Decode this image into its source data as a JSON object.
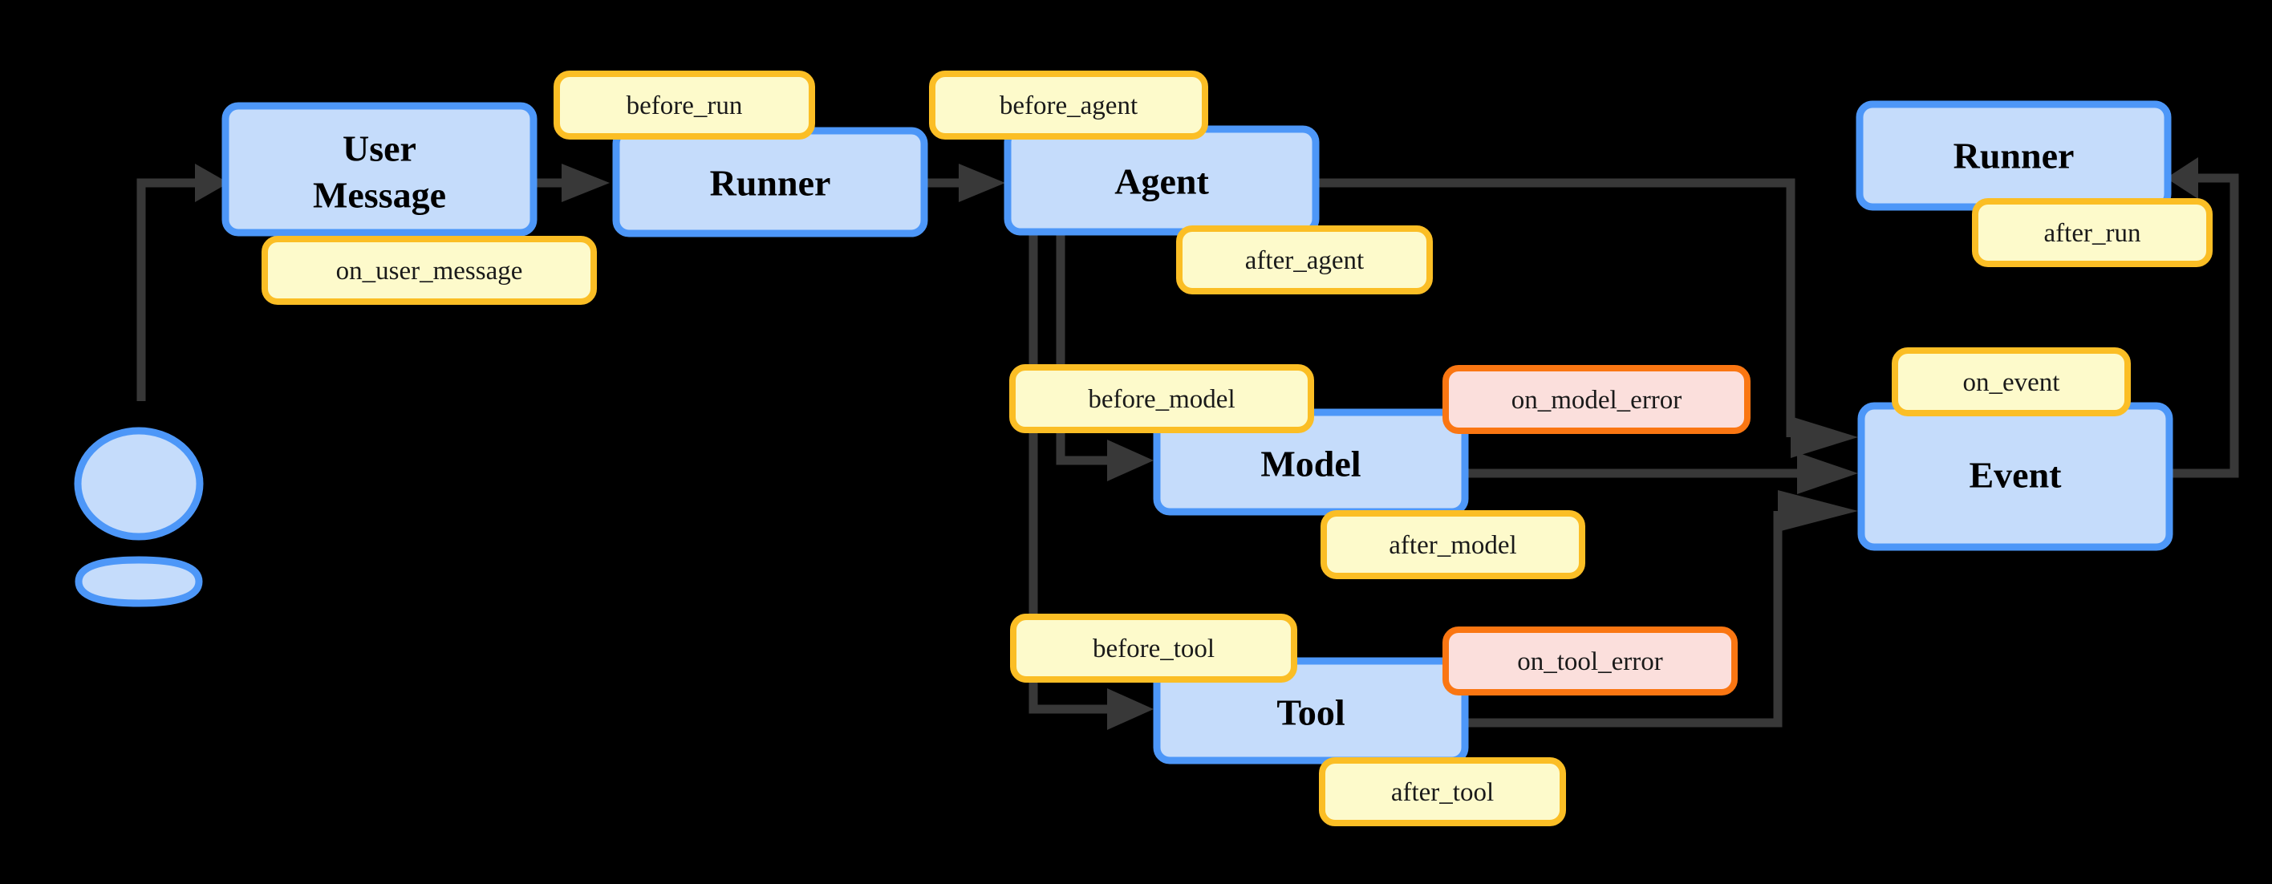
{
  "diagram": {
    "title": "Agent lifecycle callbacks flow",
    "background": "#000000",
    "palette": {
      "node_fill": "#c5dcfb",
      "node_stroke": "#4d97f8",
      "hook_fill": "#fdfacb",
      "hook_stroke": "#fbbe25",
      "error_fill": "#fbdfdc",
      "error_stroke": "#fa7612",
      "edge_color": "#383838",
      "text_color": "#000000"
    },
    "nodes": [
      {
        "id": "user",
        "label": "",
        "kind": "actor-icon"
      },
      {
        "id": "user-message",
        "label_line1": "User",
        "label_line2": "Message",
        "kind": "process"
      },
      {
        "id": "runner-left",
        "label": "Runner",
        "kind": "process"
      },
      {
        "id": "agent",
        "label": "Agent",
        "kind": "process"
      },
      {
        "id": "model",
        "label": "Model",
        "kind": "process"
      },
      {
        "id": "tool",
        "label": "Tool",
        "kind": "process"
      },
      {
        "id": "runner-right",
        "label": "Runner",
        "kind": "process"
      },
      {
        "id": "event",
        "label": "Event",
        "kind": "process"
      }
    ],
    "hooks": [
      {
        "id": "before-run",
        "label": "before_run",
        "kind": "hook"
      },
      {
        "id": "on-user-message",
        "label": "on_user_message",
        "kind": "hook"
      },
      {
        "id": "before-agent",
        "label": "before_agent",
        "kind": "hook"
      },
      {
        "id": "after-agent",
        "label": "after_agent",
        "kind": "hook"
      },
      {
        "id": "before-model",
        "label": "before_model",
        "kind": "hook"
      },
      {
        "id": "after-model",
        "label": "after_model",
        "kind": "hook"
      },
      {
        "id": "on-model-error",
        "label": "on_model_error",
        "kind": "error"
      },
      {
        "id": "before-tool",
        "label": "before_tool",
        "kind": "hook"
      },
      {
        "id": "after-tool",
        "label": "after_tool",
        "kind": "hook"
      },
      {
        "id": "on-tool-error",
        "label": "on_tool_error",
        "kind": "error"
      },
      {
        "id": "on-event",
        "label": "on_event",
        "kind": "hook"
      },
      {
        "id": "after-run",
        "label": "after_run",
        "kind": "hook"
      }
    ],
    "edges": [
      {
        "from": "user",
        "to": "user-message"
      },
      {
        "from": "user-message",
        "to": "runner-left"
      },
      {
        "from": "runner-left",
        "to": "agent"
      },
      {
        "from": "agent",
        "to": "model"
      },
      {
        "from": "agent",
        "to": "tool"
      },
      {
        "from": "agent",
        "to": "event"
      },
      {
        "from": "model",
        "to": "event"
      },
      {
        "from": "tool",
        "to": "event"
      },
      {
        "from": "event",
        "to": "runner-right"
      }
    ]
  }
}
